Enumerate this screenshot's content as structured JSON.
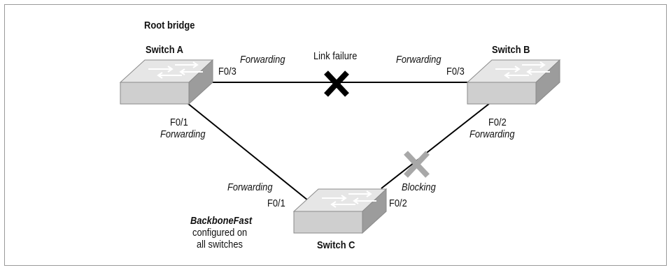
{
  "root_bridge_label": "Root bridge",
  "switches": {
    "a": {
      "name": "Switch A"
    },
    "b": {
      "name": "Switch B"
    },
    "c": {
      "name": "Switch C"
    }
  },
  "links": {
    "a_b": {
      "failure_label": "Link failure",
      "a_port": "F0/3",
      "a_state": "Forwarding",
      "b_port": "F0/3",
      "b_state": "Forwarding"
    },
    "a_c": {
      "a_port": "F0/1",
      "a_state": "Forwarding",
      "c_port": "F0/1",
      "c_state": "Forwarding"
    },
    "b_c": {
      "b_port": "F0/2",
      "b_state": "Forwarding",
      "c_port": "F0/2",
      "c_state": "Blocking"
    }
  },
  "note": {
    "line1": "BackboneFast",
    "line2": "configured on",
    "line3": "all switches"
  },
  "colors": {
    "link": "#000000",
    "failure_mark": "#000000",
    "blocking_mark": "#a8a8a8",
    "switch_top": "#e6e6e6",
    "switch_front": "#cfcfcf",
    "switch_side": "#9c9c9c"
  },
  "icons": [
    "switch-icon",
    "failure-x-icon",
    "blocking-x-icon"
  ]
}
